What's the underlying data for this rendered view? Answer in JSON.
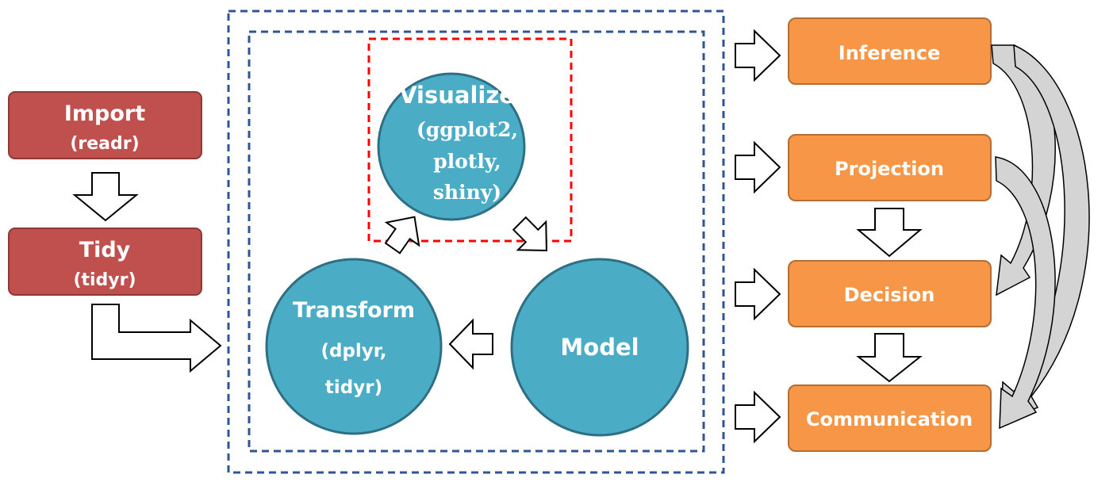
{
  "colors": {
    "red_box_fill": "#c0504d",
    "red_box_stroke": "#8c3836",
    "circle_fill": "#4bacc6",
    "circle_stroke": "#2f6f84",
    "orange_box_fill": "#f79646",
    "orange_box_stroke": "#b66d31",
    "dashed_outer": "#2f5597",
    "dashed_focus": "#ff0000"
  },
  "left": {
    "import": {
      "title": "Import",
      "sub": "(readr)"
    },
    "tidy": {
      "title": "Tidy",
      "sub": "(tidyr)"
    }
  },
  "center": {
    "visualize": {
      "title": "Visualize",
      "line1": "(ggplot2,",
      "line2": "plotly,",
      "line3": "shiny)"
    },
    "transform": {
      "title": "Transform",
      "line1": "(dplyr,",
      "line2": "tidyr)"
    },
    "model": {
      "title": "Model"
    }
  },
  "right": {
    "inference": "Inference",
    "projection": "Projection",
    "decision": "Decision",
    "communication": "Communication"
  }
}
